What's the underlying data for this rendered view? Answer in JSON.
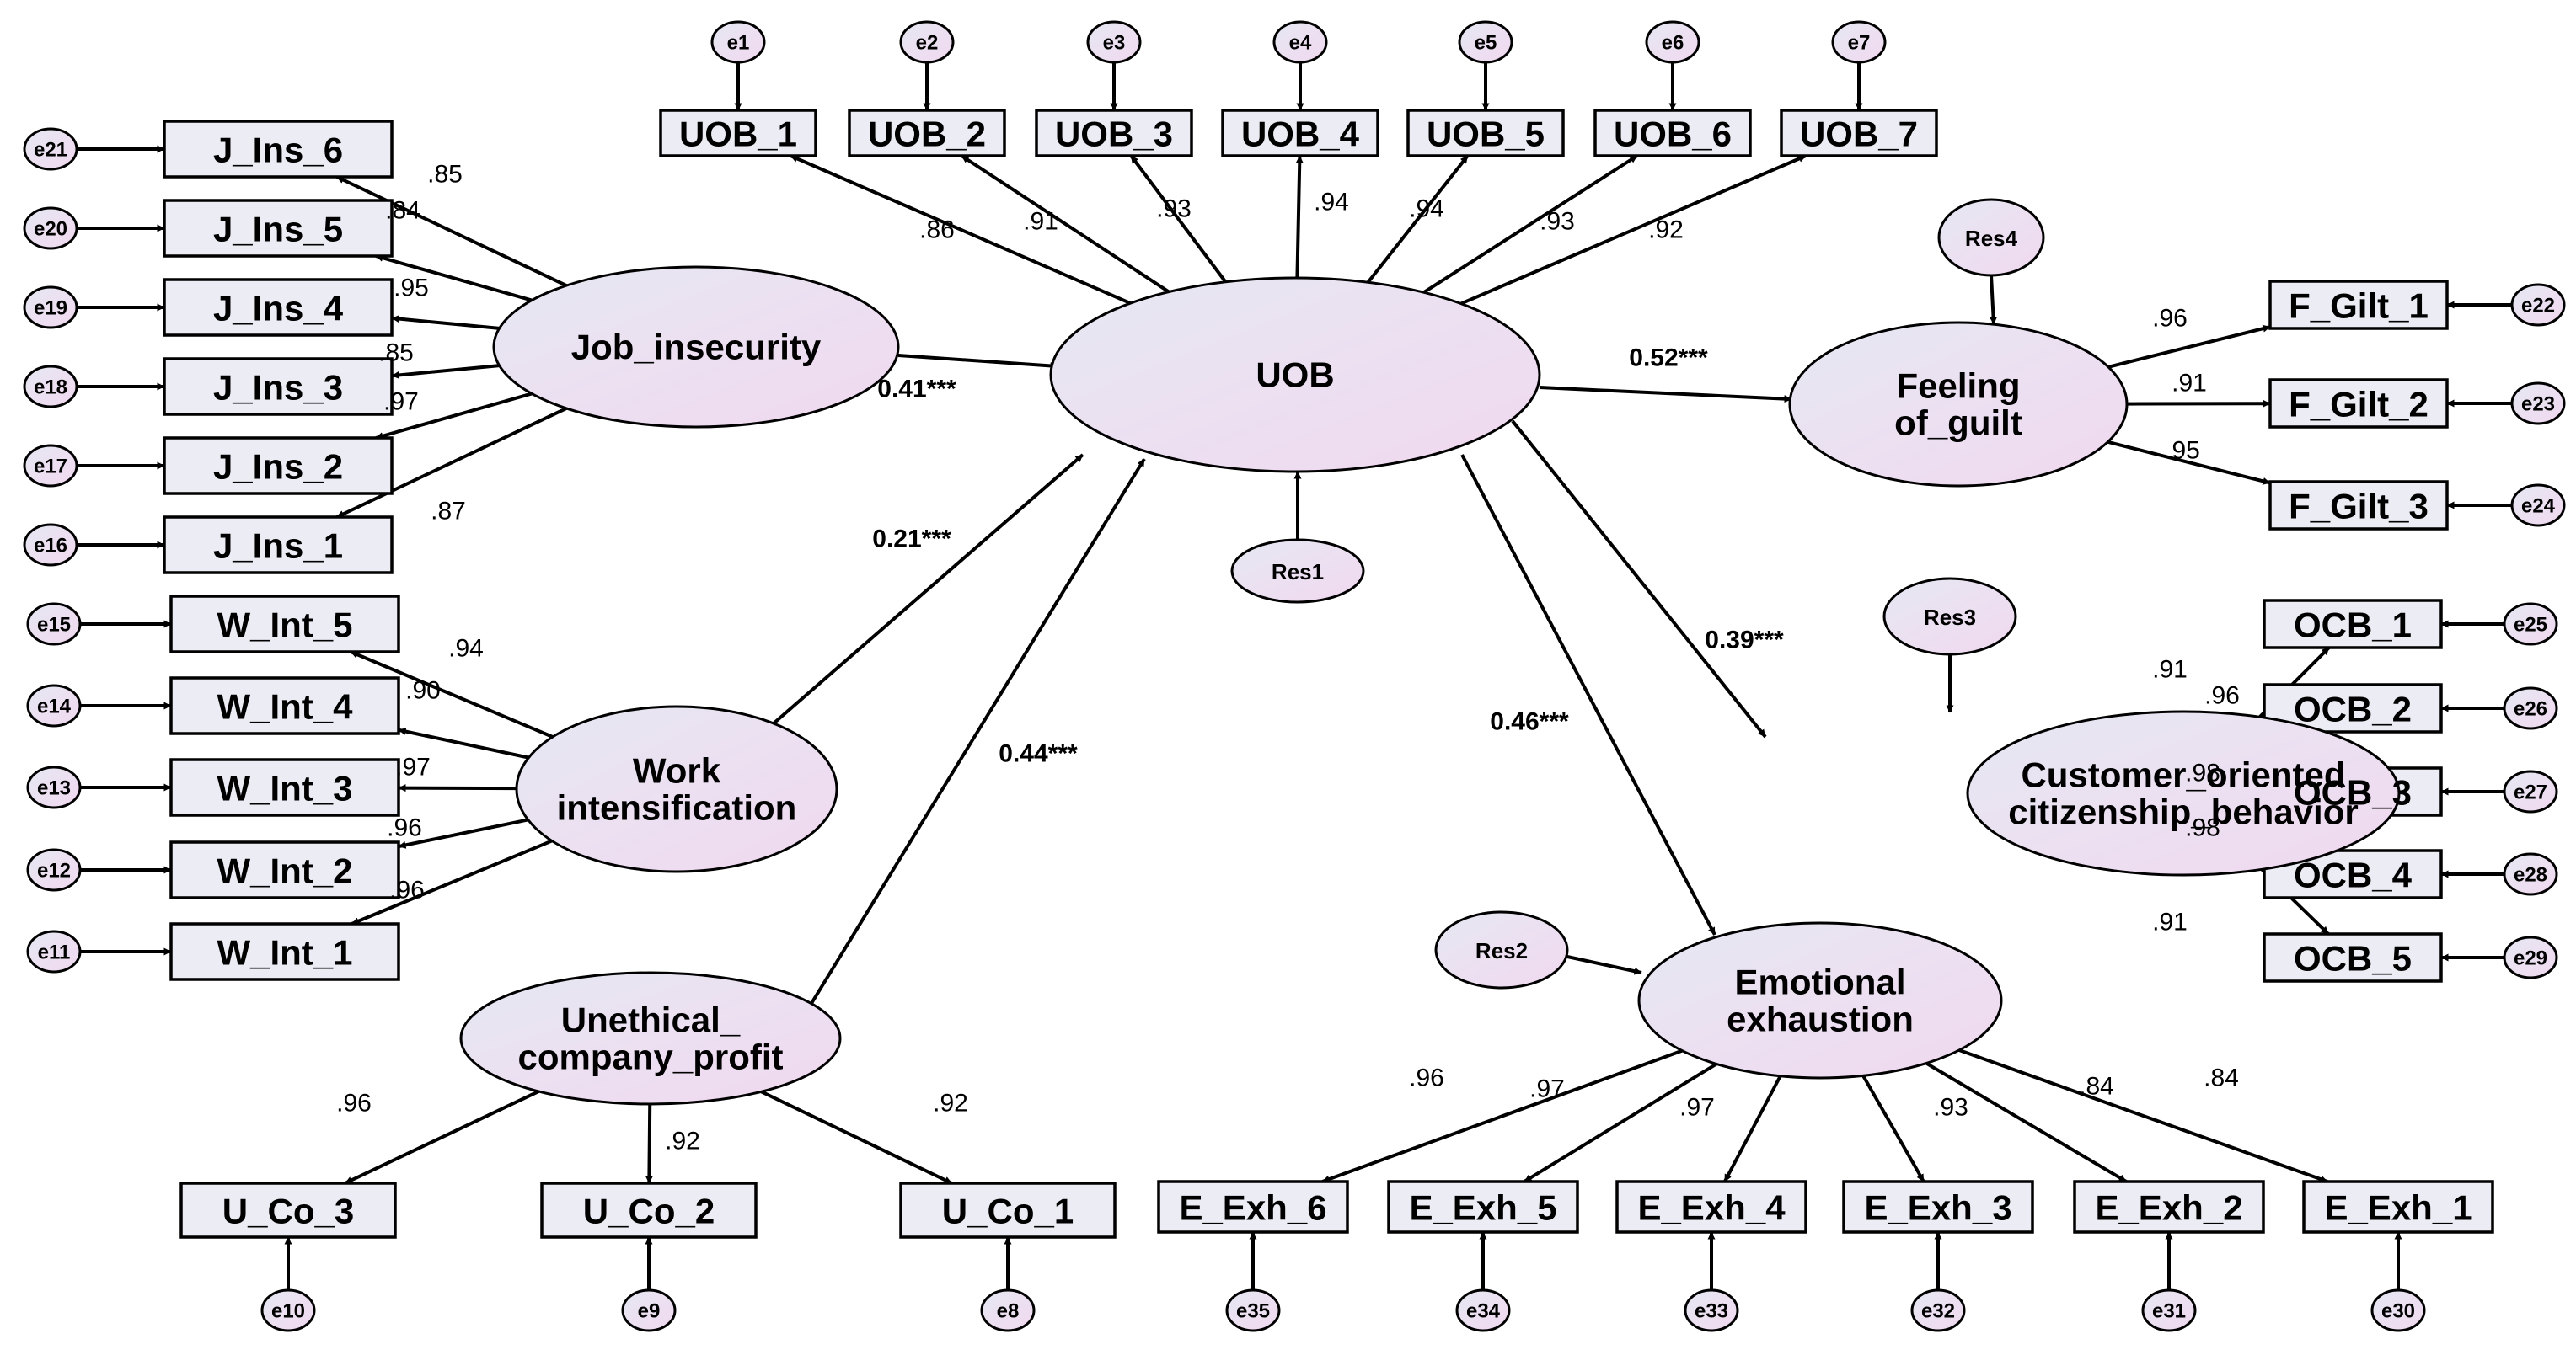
{
  "latents": {
    "uob": "UOB",
    "job_insecurity": "Job_insecurity",
    "work_intensification": [
      "Work",
      "intensification"
    ],
    "unethical_company_profit": [
      "Unethical_",
      "company_profit"
    ],
    "feeling_of_guilt": [
      "Feeling",
      "of_guilt"
    ],
    "customer_oriented_citizenship_behavior": [
      "Customer_oriented",
      "citizenship_behavior"
    ],
    "emotional_exhaustion": [
      "Emotional",
      "exhaustion"
    ]
  },
  "residuals": {
    "res1": "Res1",
    "res2": "Res2",
    "res3": "Res3",
    "res4": "Res4"
  },
  "observed": {
    "uob": [
      {
        "label": "UOB_1",
        "error": "e1",
        "loading": ".86"
      },
      {
        "label": "UOB_2",
        "error": "e2",
        "loading": ".91"
      },
      {
        "label": "UOB_3",
        "error": "e3",
        "loading": ".93"
      },
      {
        "label": "UOB_4",
        "error": "e4",
        "loading": ".94"
      },
      {
        "label": "UOB_5",
        "error": "e5",
        "loading": ".94"
      },
      {
        "label": "UOB_6",
        "error": "e6",
        "loading": ".93"
      },
      {
        "label": "UOB_7",
        "error": "e7",
        "loading": ".92"
      }
    ],
    "job_insecurity": [
      {
        "label": "J_Ins_6",
        "error": "e21",
        "loading": ".85"
      },
      {
        "label": "J_Ins_5",
        "error": "e20",
        "loading": ".84"
      },
      {
        "label": "J_Ins_4",
        "error": "e19",
        "loading": ".95"
      },
      {
        "label": "J_Ins_3",
        "error": "e18",
        "loading": ".85"
      },
      {
        "label": "J_Ins_2",
        "error": "e17",
        "loading": ".97"
      },
      {
        "label": "J_Ins_1",
        "error": "e16",
        "loading": ".87"
      }
    ],
    "work_intensification": [
      {
        "label": "W_Int_5",
        "error": "e15",
        "loading": ".94"
      },
      {
        "label": "W_Int_4",
        "error": "e14",
        "loading": ".90"
      },
      {
        "label": "W_Int_3",
        "error": "e13",
        "loading": ".97"
      },
      {
        "label": "W_Int_2",
        "error": "e12",
        "loading": ".96"
      },
      {
        "label": "W_Int_1",
        "error": "e11",
        "loading": ".96"
      }
    ],
    "unethical_company_profit": [
      {
        "label": "U_Co_3",
        "error": "e10",
        "loading": ".96"
      },
      {
        "label": "U_Co_2",
        "error": "e9",
        "loading": ".92"
      },
      {
        "label": "U_Co_1",
        "error": "e8",
        "loading": ".92"
      }
    ],
    "feeling_of_guilt": [
      {
        "label": "F_Gilt_1",
        "error": "e22",
        "loading": ".96"
      },
      {
        "label": "F_Gilt_2",
        "error": "e23",
        "loading": ".91"
      },
      {
        "label": "F_Gilt_3",
        "error": "e24",
        "loading": ".95"
      }
    ],
    "customer_oriented_citizenship_behavior": [
      {
        "label": "OCB_1",
        "error": "e25",
        "loading": ".91"
      },
      {
        "label": "OCB_2",
        "error": "e26",
        "loading": ".96"
      },
      {
        "label": "OCB_3",
        "error": "e27",
        "loading": ".98"
      },
      {
        "label": "OCB_4",
        "error": "e28",
        "loading": ".98"
      },
      {
        "label": "OCB_5",
        "error": "e29",
        "loading": ".91"
      }
    ],
    "emotional_exhaustion": [
      {
        "label": "E_Exh_6",
        "error": "e35",
        "loading": ".96"
      },
      {
        "label": "E_Exh_5",
        "error": "e34",
        "loading": ".97"
      },
      {
        "label": "E_Exh_4",
        "error": "e33",
        "loading": ".97"
      },
      {
        "label": "E_Exh_3",
        "error": "e32",
        "loading": ".93"
      },
      {
        "label": "E_Exh_2",
        "error": "e31",
        "loading": ".84"
      },
      {
        "label": "E_Exh_1",
        "error": "e30",
        "loading": ".84"
      }
    ]
  },
  "paths": [
    {
      "from": "job_insecurity",
      "to": "uob",
      "coef": "0.41***"
    },
    {
      "from": "work_intensification",
      "to": "uob",
      "coef": "0.21***"
    },
    {
      "from": "unethical_company_profit",
      "to": "uob",
      "coef": "0.44***"
    },
    {
      "from": "uob",
      "to": "feeling_of_guilt",
      "coef": "0.52***"
    },
    {
      "from": "uob",
      "to": "customer_oriented_citizenship_behavior",
      "coef": "0.39***"
    },
    {
      "from": "uob",
      "to": "emotional_exhaustion",
      "coef": "0.46***"
    }
  ],
  "colors": {
    "box_fill": "#ececf4",
    "latent_fill_start": "#e6e8f2",
    "latent_fill_end": "#f1d8f0",
    "stroke": "#000000"
  }
}
